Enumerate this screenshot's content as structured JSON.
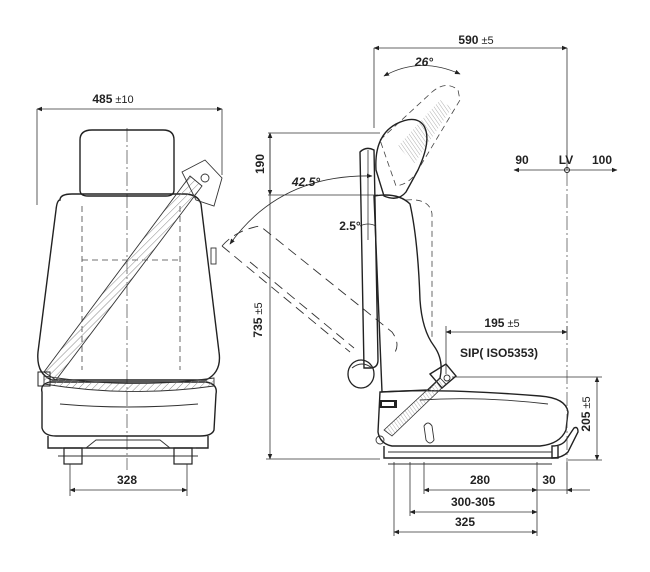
{
  "dimensions": {
    "width_overall": "485",
    "width_overall_tol": "±10",
    "width_base": "328",
    "depth_overall": "590",
    "depth_overall_tol": "±5",
    "height_overall": "735",
    "height_overall_tol": "±5",
    "headrest_height": "190",
    "sip_offset": "195",
    "sip_offset_tol": "±5",
    "sip_height": "205",
    "sip_height_tol": "±5",
    "base_280": "280",
    "base_300_305": "300-305",
    "base_325": "325",
    "rail_30": "30",
    "lv_minus": "90",
    "lv_label": "LV",
    "lv_plus": "100"
  },
  "angles": {
    "headrest_tilt": "26°",
    "backrest_recline": "42.5°",
    "backrest_base": "2.5°"
  },
  "labels": {
    "sip": "SIP( ISO5353)"
  }
}
